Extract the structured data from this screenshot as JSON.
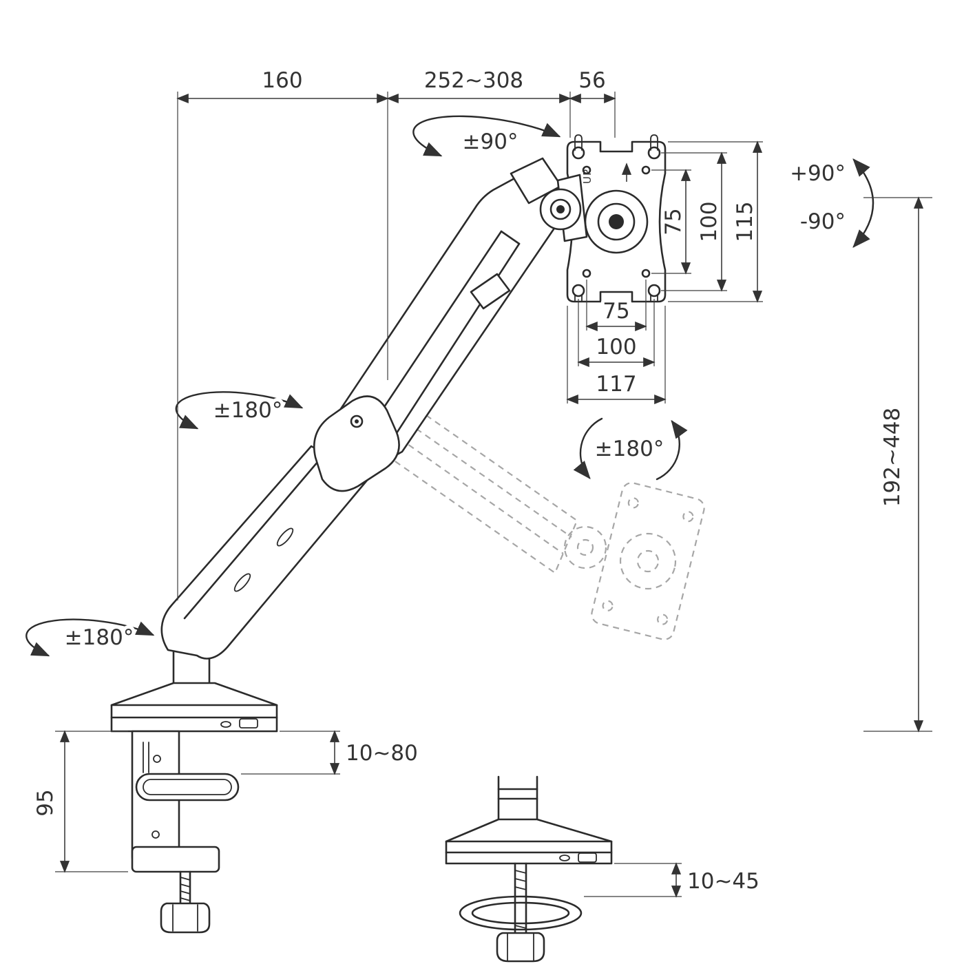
{
  "diagram": {
    "title": "Gas-spring monitor desk mount arm dimensional drawing",
    "colors": {
      "line": "#2b2b2b",
      "ghost": "#a6a6a6",
      "text": "#333333"
    },
    "dims": {
      "top_left": "160",
      "top_middle": "252~308",
      "top_right": "56",
      "vesa_vertical_75": "75",
      "vesa_vertical_100": "100",
      "plate_height": "115",
      "vesa_horizontal_75": "75",
      "vesa_horizontal_100": "100",
      "plate_width": "117",
      "height_range": "192~448",
      "clamp_range": "10~80",
      "clamp_height": "95",
      "grommet_range": "10~45"
    },
    "rotations": {
      "head_swivel": "±90°",
      "arm_rotate": "±180°",
      "base_rotate": "±180°",
      "vesa_rotate": "±180°",
      "tilt_up": "+90°",
      "tilt_down": "-90°"
    },
    "labels": {
      "up": "UP"
    }
  }
}
